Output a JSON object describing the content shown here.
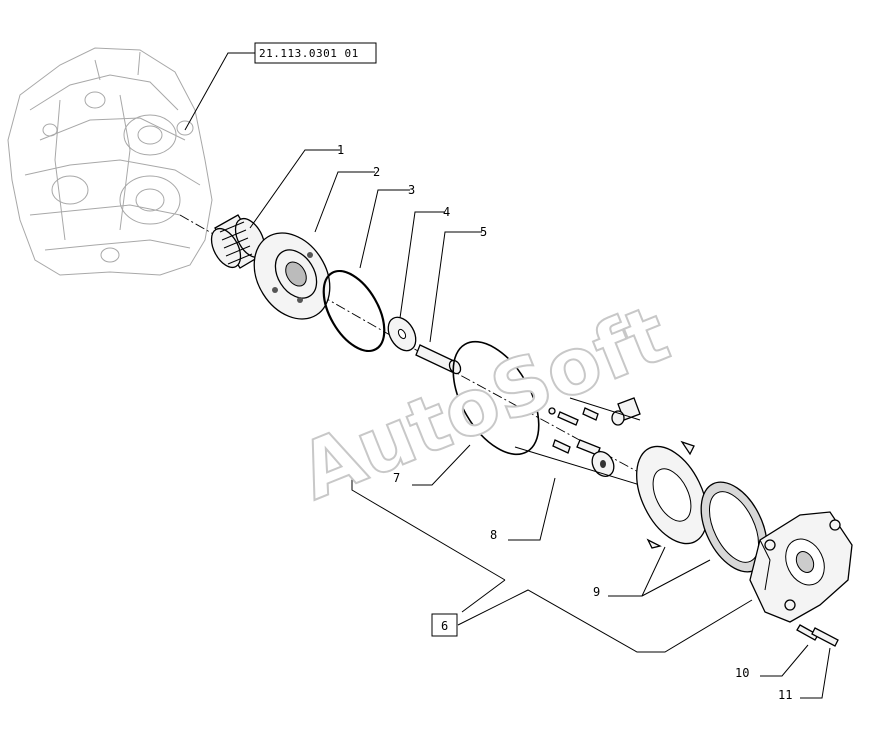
{
  "diagram": {
    "reference_code": "21.113.0301  01",
    "watermark": "AutoSoft",
    "callouts": [
      {
        "id": "c1",
        "text": "1"
      },
      {
        "id": "c2",
        "text": "2"
      },
      {
        "id": "c3",
        "text": "3"
      },
      {
        "id": "c4",
        "text": "4"
      },
      {
        "id": "c5",
        "text": "5"
      },
      {
        "id": "c6",
        "text": "6"
      },
      {
        "id": "c7",
        "text": "7"
      },
      {
        "id": "c8",
        "text": "8"
      },
      {
        "id": "c9",
        "text": "9"
      },
      {
        "id": "c10",
        "text": "10"
      },
      {
        "id": "c11",
        "text": "11"
      }
    ]
  }
}
